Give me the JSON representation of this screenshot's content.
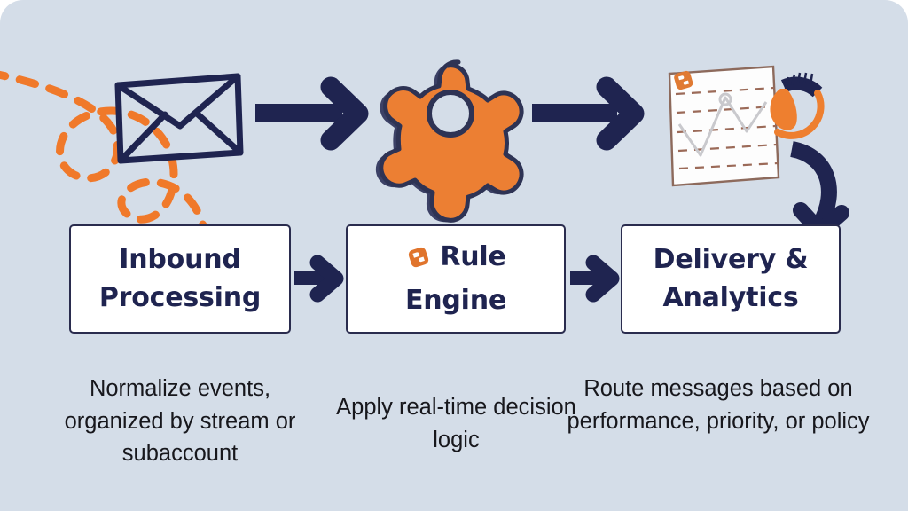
{
  "diagram": {
    "type": "flow",
    "background_color": "#d4dde8",
    "accent_navy": "#1f2450",
    "accent_orange": "#ec7c2b",
    "box_fill": "#ffffff",
    "title": "",
    "top_row": {
      "nodes": [
        {
          "id": "envelope",
          "icon": "envelope-icon",
          "label": ""
        },
        {
          "id": "gear",
          "icon": "gear-icon",
          "label": ""
        },
        {
          "id": "analytics",
          "icon": "analytics-report-icon",
          "label": ""
        }
      ],
      "connectors": [
        {
          "from": "envelope",
          "to": "gear",
          "style": "straight-arrow-right"
        },
        {
          "from": "gear",
          "to": "analytics",
          "style": "straight-arrow-right"
        },
        {
          "from": "analytics",
          "to": "delivery-analytics",
          "style": "curved-arrow-down"
        }
      ],
      "decoration": {
        "id": "dashed-swoosh",
        "style": "dashed-curve",
        "color": "#f07c2b"
      }
    },
    "steps": [
      {
        "id": "inbound-processing",
        "line1": "Inbound",
        "line2": "Processing",
        "icon": null,
        "caption": "Normalize events, organized by stream or subaccount"
      },
      {
        "id": "rule-engine",
        "line1": "Rule",
        "line2": "Engine",
        "icon": "puzzle-piece-icon",
        "caption": "Apply real-time decision logic"
      },
      {
        "id": "delivery-analytics",
        "line1": "Delivery &",
        "line2": "Analytics",
        "icon": null,
        "caption": "Route messages based on performance, priority, or policy"
      }
    ],
    "step_connectors": [
      {
        "from": "inbound-processing",
        "to": "rule-engine",
        "style": "arrow-right"
      },
      {
        "from": "rule-engine",
        "to": "delivery-analytics",
        "style": "arrow-right"
      }
    ]
  }
}
